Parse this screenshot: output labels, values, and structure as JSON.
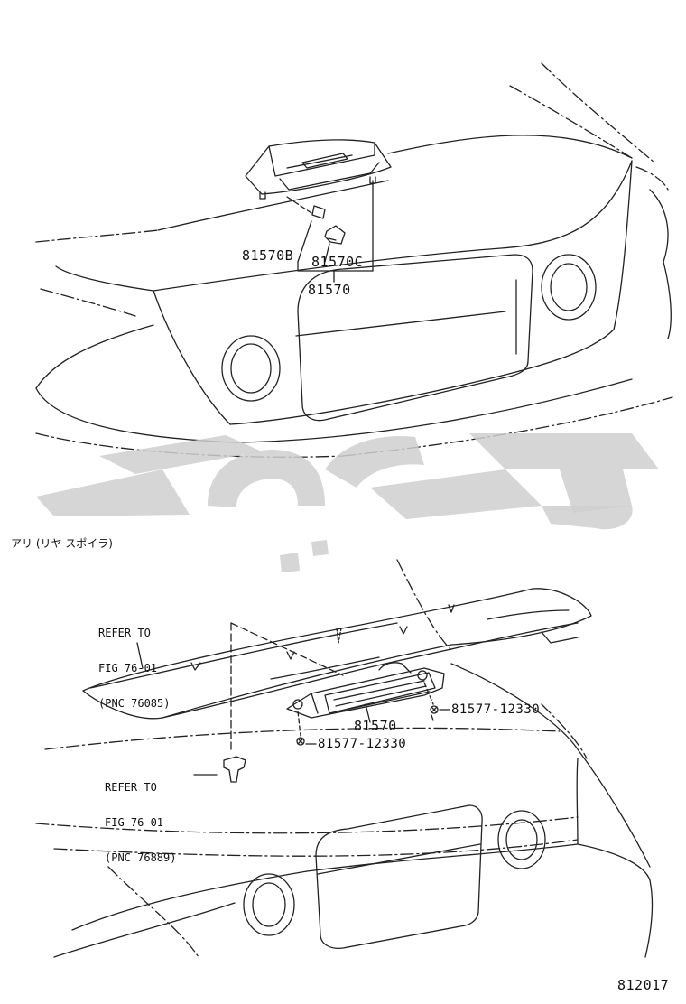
{
  "diagram": {
    "top_assembly": {
      "part_b": "81570B",
      "part_c": "81570C",
      "assembly": "81570"
    },
    "spoiler_section": {
      "caption": "アリ (リヤ  スポイラ)",
      "refer_spoiler": {
        "line1": "REFER TO",
        "line2": "FIG 76-01",
        "line3": "(PNC 76085)"
      },
      "refer_clip": {
        "line1": "REFER TO",
        "line2": "FIG 76-01",
        "line3": "(PNC 76889)"
      },
      "lamp": "81570",
      "screw_right": "81577-12330",
      "screw_left": "81577-12330"
    },
    "figure_number": "812017",
    "watermark": "تو یارت",
    "watermark_color": "#cfcfcf",
    "line_color": "#222222"
  }
}
